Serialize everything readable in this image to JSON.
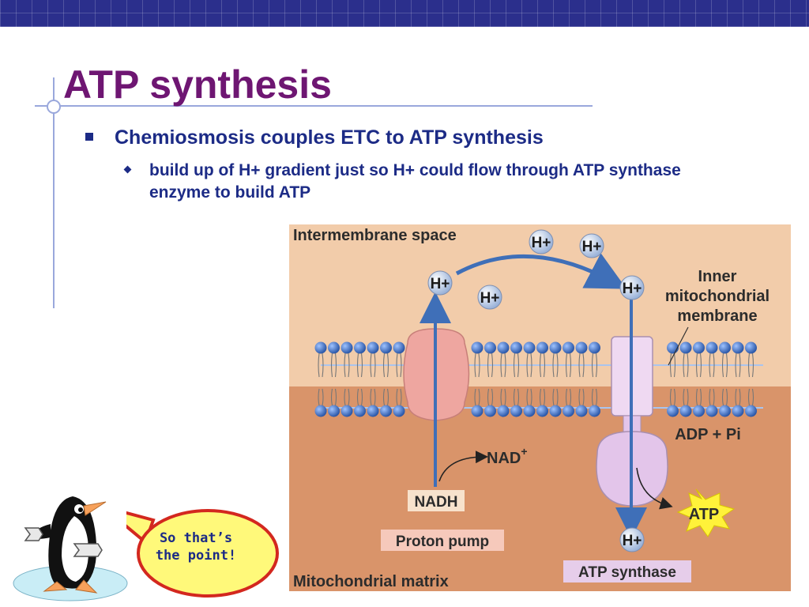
{
  "slide": {
    "title": "ATP synthesis",
    "bullet_main": "Chemiosmosis couples ETC to ATP synthesis",
    "bullet_sub": "build up of H+ gradient just so H+ could flow through ATP synthase enzyme to build ATP"
  },
  "diagram": {
    "intermembrane_label": "Intermembrane space",
    "inner_membrane_label_1": "Inner",
    "inner_membrane_label_2": "mitochondrial",
    "inner_membrane_label_3": "membrane",
    "matrix_label": "Mitochondrial matrix",
    "proton": "H+",
    "nadh": "NADH",
    "nad_plus": "NAD",
    "nad_sup": "+",
    "proton_pump_label": "Proton pump",
    "adp_pi": "ADP + Pi",
    "atp": "ATP",
    "atp_synthase_label": "ATP synthase",
    "colors": {
      "intermembrane_bg": "#f2ccaa",
      "matrix_bg": "#d9946a",
      "proton_pump": "#eea6a0",
      "atp_synthase": "#e3c5ea",
      "arrow": "#3f6fb8",
      "atp_star": "#fff23a"
    }
  },
  "mascot": {
    "speech": "So that’s the point!"
  },
  "colors": {
    "title": "#6e1672",
    "text": "#1c2b86",
    "top_bar": "#2b2f8c"
  }
}
